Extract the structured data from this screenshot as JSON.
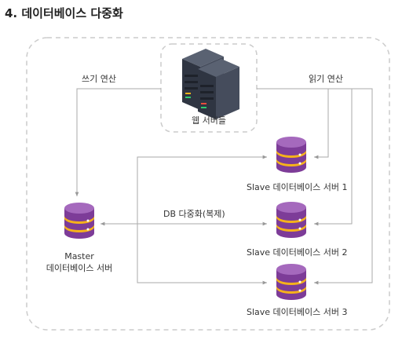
{
  "title": "4. 데이터베이스 다중화",
  "web": {
    "label": "웹 서버들"
  },
  "master": {
    "name": "Master",
    "label": "데이터베이스 서버"
  },
  "slaves": [
    {
      "label": "Slave 데이터베이스 서버 1"
    },
    {
      "label": "Slave 데이터베이스 서버 2"
    },
    {
      "label": "Slave 데이터베이스 서버 3"
    }
  ],
  "edges": {
    "write": "쓰기 연산",
    "read": "읽기 연산",
    "replication": "DB 다중화(복제)"
  },
  "colors": {
    "db_purple": "#8e44ad",
    "db_stripe": "#f5b21b",
    "server_dark": "#3d4452",
    "dashed_border": "#cccccc",
    "line": "#aaaaaa"
  }
}
